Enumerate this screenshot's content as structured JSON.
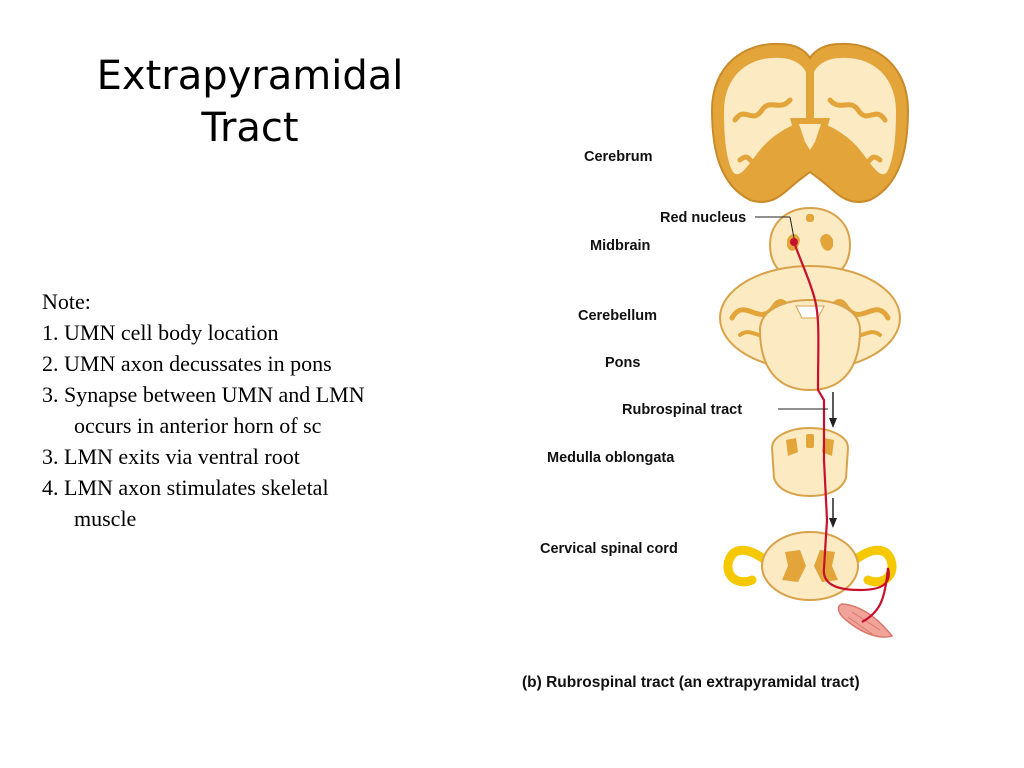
{
  "slide": {
    "title_lines": [
      "Extrapyramidal",
      "Tract"
    ]
  },
  "notes": {
    "heading": "Note:",
    "lines": [
      {
        "text": "1. UMN cell body location",
        "indent": false
      },
      {
        "text": "2. UMN axon decussates in pons",
        "indent": false
      },
      {
        "text": "3. Synapse between UMN and LMN",
        "indent": false
      },
      {
        "text": "occurs in anterior horn of sc",
        "indent": true
      },
      {
        "text": "3. LMN exits via ventral root",
        "indent": false
      },
      {
        "text": "4. LMN axon stimulates skeletal",
        "indent": false
      },
      {
        "text": "muscle",
        "indent": true
      }
    ]
  },
  "diagram": {
    "labels": {
      "cerebrum": "Cerebrum",
      "red_nucleus": "Red nucleus",
      "midbrain": "Midbrain",
      "cerebellum": "Cerebellum",
      "pons": "Pons",
      "rubrospinal_tract": "Rubrospinal tract",
      "medulla": "Medulla oblongata",
      "cervical_spinal_cord": "Cervical spinal cord"
    },
    "caption": "(b) Rubrospinal tract (an extrapyramidal tract)",
    "colors": {
      "tissue_light": "#fbeac2",
      "gray_matter": "#e3a43a",
      "outline": "#c98a2a",
      "tract": "#c8102e",
      "nerve": "#f6c800",
      "muscle": "#f2a39a"
    }
  }
}
